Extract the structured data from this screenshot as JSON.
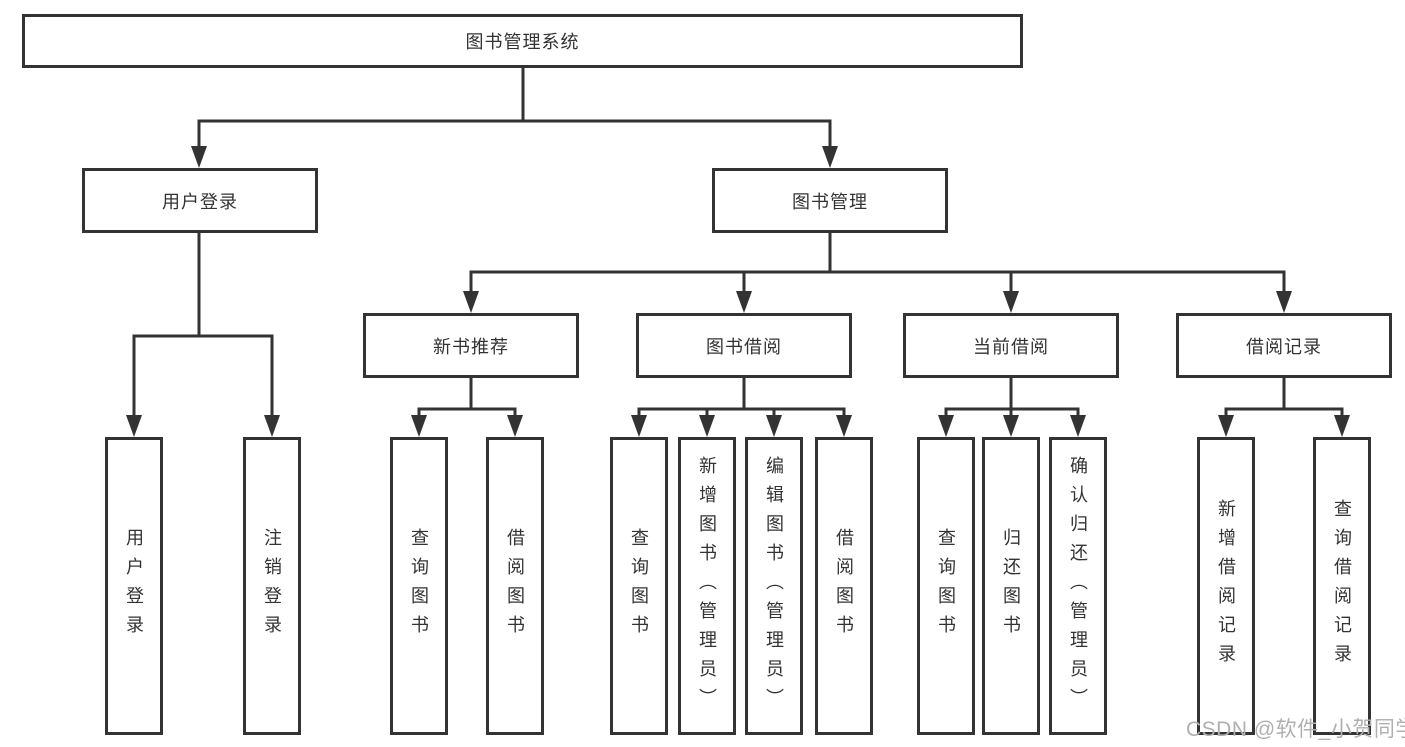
{
  "tree": {
    "root": {
      "label": "图书管理系统",
      "children": [
        {
          "label": "用户登录",
          "children": [
            {
              "label": "用户登录"
            },
            {
              "label": "注销登录"
            }
          ]
        },
        {
          "label": "图书管理",
          "children": [
            {
              "label": "新书推荐",
              "children": [
                {
                  "label": "查询图书"
                },
                {
                  "label": "借阅图书"
                }
              ]
            },
            {
              "label": "图书借阅",
              "children": [
                {
                  "label": "查询图书"
                },
                {
                  "label": "新增图书（管理员）"
                },
                {
                  "label": "编辑图书（管理员）"
                },
                {
                  "label": "借阅图书"
                }
              ]
            },
            {
              "label": "当前借阅",
              "children": [
                {
                  "label": "查询图书"
                },
                {
                  "label": "归还图书"
                },
                {
                  "label": "确认归还（管理员）"
                }
              ]
            },
            {
              "label": "借阅记录",
              "children": [
                {
                  "label": "新增借阅记录"
                },
                {
                  "label": "查询借阅记录"
                }
              ]
            }
          ]
        }
      ]
    }
  },
  "watermark": {
    "text": "CSDN @软件_小贺同学"
  },
  "colors": {
    "line": "#333333",
    "text": "#333333",
    "background": "#ffffff",
    "watermark": "#b0b0b0"
  }
}
